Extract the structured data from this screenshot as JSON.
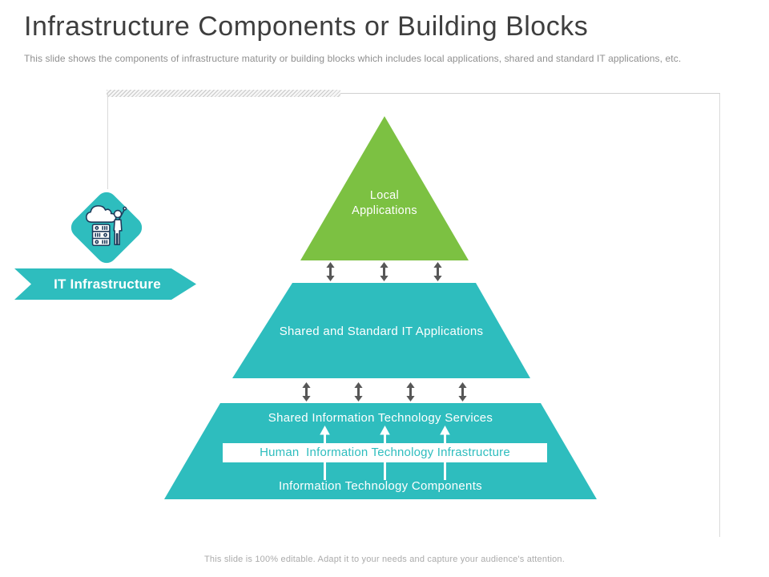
{
  "slide": {
    "title": "Infrastructure Components or Building Blocks",
    "subtitle": "This slide shows the components of infrastructure maturity or building blocks which includes local applications, shared and standard IT applications, etc.",
    "footer": "This slide is 100% editable. Adapt it to your needs and capture your audience's attention."
  },
  "callout": {
    "label": "IT Infrastructure",
    "icon": "cloud-server-user-icon"
  },
  "pyramid": {
    "levels": [
      {
        "label_line1": "Local",
        "label_line2": "Applications"
      },
      {
        "label": "Shared and Standard IT Applications"
      },
      {
        "top_label": "Shared Information Technology Services",
        "band_label": "Human  Information Technology Infrastructure",
        "bottom_label": "Information Technology Components"
      }
    ]
  },
  "icons": {
    "badge": "cloud-server-user-icon",
    "level_connector": "double-headed-vertical-arrow",
    "band_connector": "up-arrow"
  },
  "colors": {
    "teal": "#2EBDBE",
    "green": "#7CC142",
    "arrow_gray": "#575757",
    "title_text": "#3E3E3E",
    "muted_text": "#8F8F8F",
    "footer_text": "#ABABAB"
  }
}
